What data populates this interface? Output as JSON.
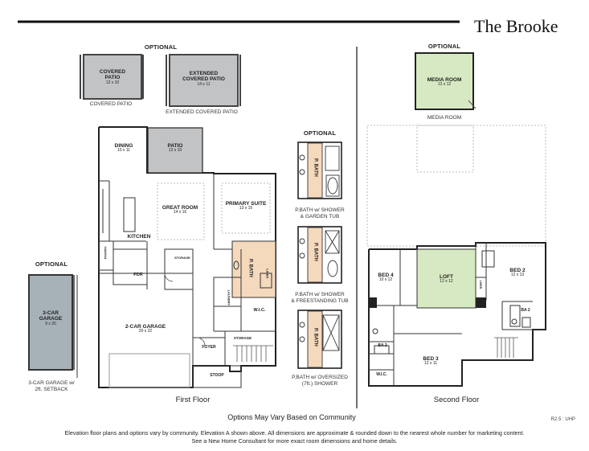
{
  "title": "The Brooke",
  "optional_label": "OPTIONAL",
  "first_floor": {
    "caption": "First Floor",
    "rooms": {
      "dining": {
        "name": "DINING",
        "dim": "10 x 11"
      },
      "patio": {
        "name": "PATIO",
        "dim": "12 x 10"
      },
      "great_room": {
        "name": "GREAT ROOM",
        "dim": "14 x 16"
      },
      "primary_suite": {
        "name": "PRIMARY SUITE",
        "dim": "13 x 15"
      },
      "kitchen": {
        "name": "KITCHEN"
      },
      "pantry": {
        "name": "PANTRY"
      },
      "pdr": {
        "name": "PDR"
      },
      "storage1": {
        "name": "STORAGE"
      },
      "p_bath": {
        "name": "P. BATH"
      },
      "linen": {
        "name": "LINEN"
      },
      "laundry": {
        "name": "LAUNDRY"
      },
      "wic": {
        "name": "W.I.C."
      },
      "garage": {
        "name": "2-CAR GARAGE",
        "dim": "20 x 22"
      },
      "foyer": {
        "name": "FOYER"
      },
      "storage2": {
        "name": "STORAGE"
      },
      "stoop": {
        "name": "STOOP"
      }
    }
  },
  "second_floor": {
    "caption": "Second Floor",
    "rooms": {
      "bed4": {
        "name": "BED 4",
        "dim": "10 x 12"
      },
      "loft": {
        "name": "LOFT",
        "dim": "12 x 12"
      },
      "bed2": {
        "name": "BED 2",
        "dim": "12 x 13"
      },
      "ba2a": {
        "name": "BA 2"
      },
      "ba2b": {
        "name": "BA 2"
      },
      "bed3": {
        "name": "BED 3",
        "dim": "12 x 11"
      },
      "wic": {
        "name": "W.I.C."
      },
      "linen": {
        "name": "LINEN"
      }
    }
  },
  "options": {
    "covered_patio": {
      "name": "COVERED\nPATIO",
      "dim": "12 x 10",
      "caption": "COVERED PATIO"
    },
    "extended_patio": {
      "name": "EXTENDED\nCOVERED PATIO",
      "dim": "14 x 11",
      "caption": "EXTENDED COVERED PATIO"
    },
    "media_room": {
      "name": "MEDIA ROOM",
      "dim": "12 x 12",
      "caption": "MEDIA ROOM"
    },
    "garage3": {
      "name": "3-CAR\nGARAGE",
      "dim": "9 x 20",
      "caption": "3-CAR GARAGE w/\n2ft. SETBACK"
    },
    "bath_label": "P. BATH",
    "bath1_caption": "P.BATH w/ SHOWER\n& GARDEN TUB",
    "bath2_caption": "P.BATH w/ SHOWER\n& FREESTANDING TUB",
    "bath3_caption": "P.BATH w/ OVERSIZED\n(7ft.) SHOWER"
  },
  "footer": {
    "options_vary": "Options May Vary Based on Community",
    "code": "R2.5 : UHP",
    "disclaimer_1": "Elevation floor plans and options vary by community. Elevation A shown above. All dimensions are approximate & rounded down to the nearest whole number for marketing content.",
    "disclaimer_2": "See a New Home Consultant for more exact room dimensions and home details."
  },
  "colors": {
    "patio_gray": "#c2c3c5",
    "bath_tan": "#f5d9bd",
    "loft_green": "#d7e9c2",
    "garage_blue": "#a7b1b8"
  }
}
